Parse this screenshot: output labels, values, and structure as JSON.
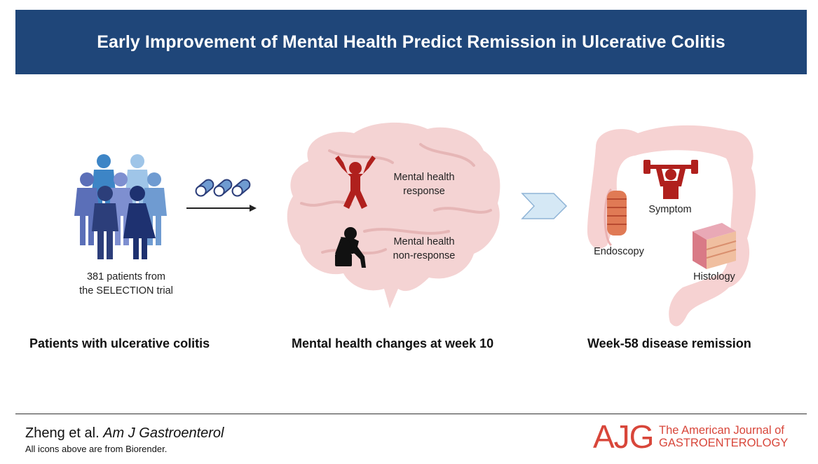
{
  "title": "Early Improvement of Mental Health Predict Remission in Ulcerative Colitis",
  "panels": {
    "patients": {
      "caption_line1": "381 patients from",
      "caption_line2": "the SELECTION trial",
      "heading": "Patients with ulcerative colitis"
    },
    "mental": {
      "response_line1": "Mental health",
      "response_line2": "response",
      "nonresponse_line1": "Mental health",
      "nonresponse_line2": "non-response",
      "heading": "Mental health changes at week 10"
    },
    "remission": {
      "symptom": "Symptom",
      "endoscopy": "Endoscopy",
      "histology": "Histology",
      "heading": "Week-58 disease remission"
    }
  },
  "footer": {
    "author": "Zheng et al.",
    "journal": "Am J Gastroenterol",
    "note": "All icons above are from Biorender."
  },
  "logo": {
    "mark": "AJG",
    "name_line1": "The American Journal of",
    "name_line2": "GASTROENTEROLOGY"
  },
  "colors": {
    "banner": "#1f4679",
    "accent_red": "#d8463a",
    "figure_red": "#b0201d"
  }
}
